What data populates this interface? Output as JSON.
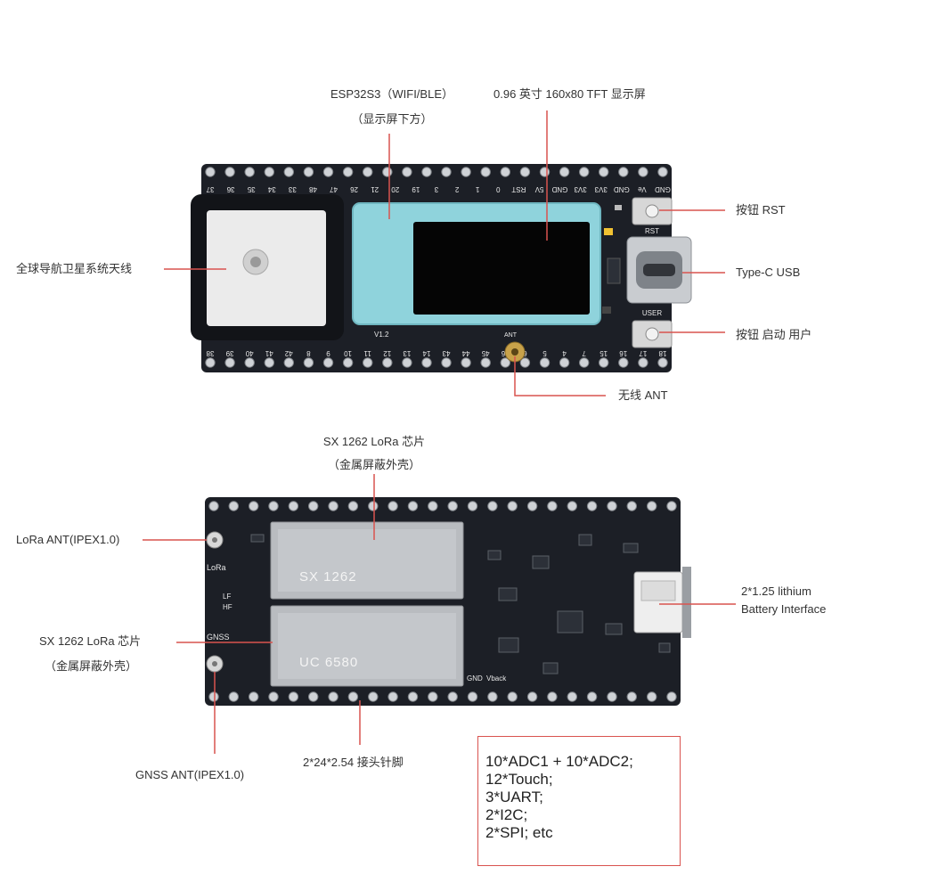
{
  "top": {
    "chip_label_1": "ESP32S3（WIFI/BLE）",
    "chip_label_2": "（显示屏下方）",
    "display_label": "0.96 英寸 160x80 TFT 显示屏",
    "gnss_label": "全球导航卫星系统天线",
    "rst_label": "按钮 RST",
    "usb_label": "Type-C USB",
    "user_btn_label": "按钮 启动 用户",
    "ant_label": "无线 ANT",
    "pins_top": [
      "37",
      "36",
      "35",
      "34",
      "33",
      "48",
      "47",
      "26",
      "21",
      "20",
      "19",
      "3",
      "2",
      "1",
      "0",
      "RST",
      "5V",
      "GND",
      "3V3",
      "3V3",
      "GND",
      "Ve",
      "GND"
    ],
    "pins_bottom": [
      "38",
      "39",
      "40",
      "41",
      "42",
      "8",
      "9",
      "10",
      "11",
      "12",
      "13",
      "14",
      "43",
      "44",
      "45",
      "46",
      "6",
      "5",
      "4",
      "7",
      "15",
      "16",
      "17",
      "18"
    ],
    "silk_rst": "RST",
    "silk_user": "USER",
    "silk_ant": "ANT",
    "silk_ver": "V1.2"
  },
  "bottom": {
    "lora_chip_label_1": "SX 1262 LoRa 芯片",
    "lora_chip_label_2": "（金属屏蔽外壳）",
    "lora_ant_label": "LoRa ANT(IPEX1.0)",
    "battery_label_1": "2*1.25 lithium",
    "battery_label_2": "Battery Interface",
    "gnss_chip_label_1": "SX 1262 LoRa 芯片",
    "gnss_chip_label_2": "（金属屏蔽外壳）",
    "gnss_ant_label": "GNSS ANT(IPEX1.0)",
    "header_label": "2*24*2.54 接头针脚",
    "shield1_text": "SX 1262",
    "shield2_text": "UC 6580",
    "silk_lora": "LoRa",
    "silk_gnss": "GNSS",
    "silk_lf": "LF",
    "silk_hf": "HF",
    "silk_gnd": "GND",
    "silk_vback": "Vback"
  },
  "specs": [
    "10*ADC1 + 10*ADC2;",
    "12*Touch;",
    "3*UART;",
    "2*I2C;",
    "2*SPI; etc"
  ],
  "colors": {
    "pcb": "#1c1f26",
    "leader": "#d9534f",
    "screen_frame": "#8fd3dc",
    "shield": "#b9bcc0"
  }
}
